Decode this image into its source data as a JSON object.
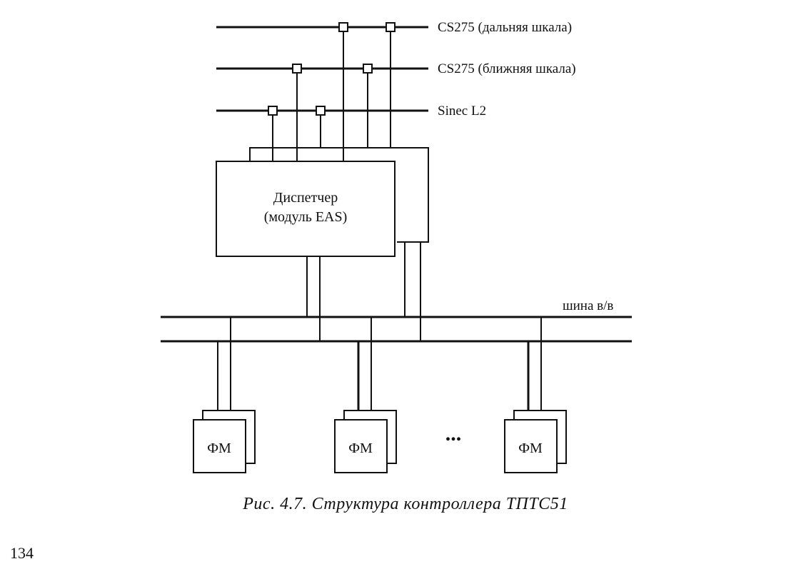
{
  "buses": {
    "far_label": "CS275 (дальняя шкала)",
    "near_label": "CS275 (ближняя шкала)",
    "sinec_label": "Sinec L2"
  },
  "dispatcher": {
    "line1": "Диспетчер",
    "line2": "(модуль EAS)"
  },
  "io_bus_label": "шина в/в",
  "modules": [
    {
      "label": "ФМ"
    },
    {
      "label": "ФМ"
    },
    {
      "label": "ФМ"
    }
  ],
  "ellipsis": "...",
  "caption": "Рис. 4.7. Структура контроллера ТПТС51",
  "page_number": "134"
}
